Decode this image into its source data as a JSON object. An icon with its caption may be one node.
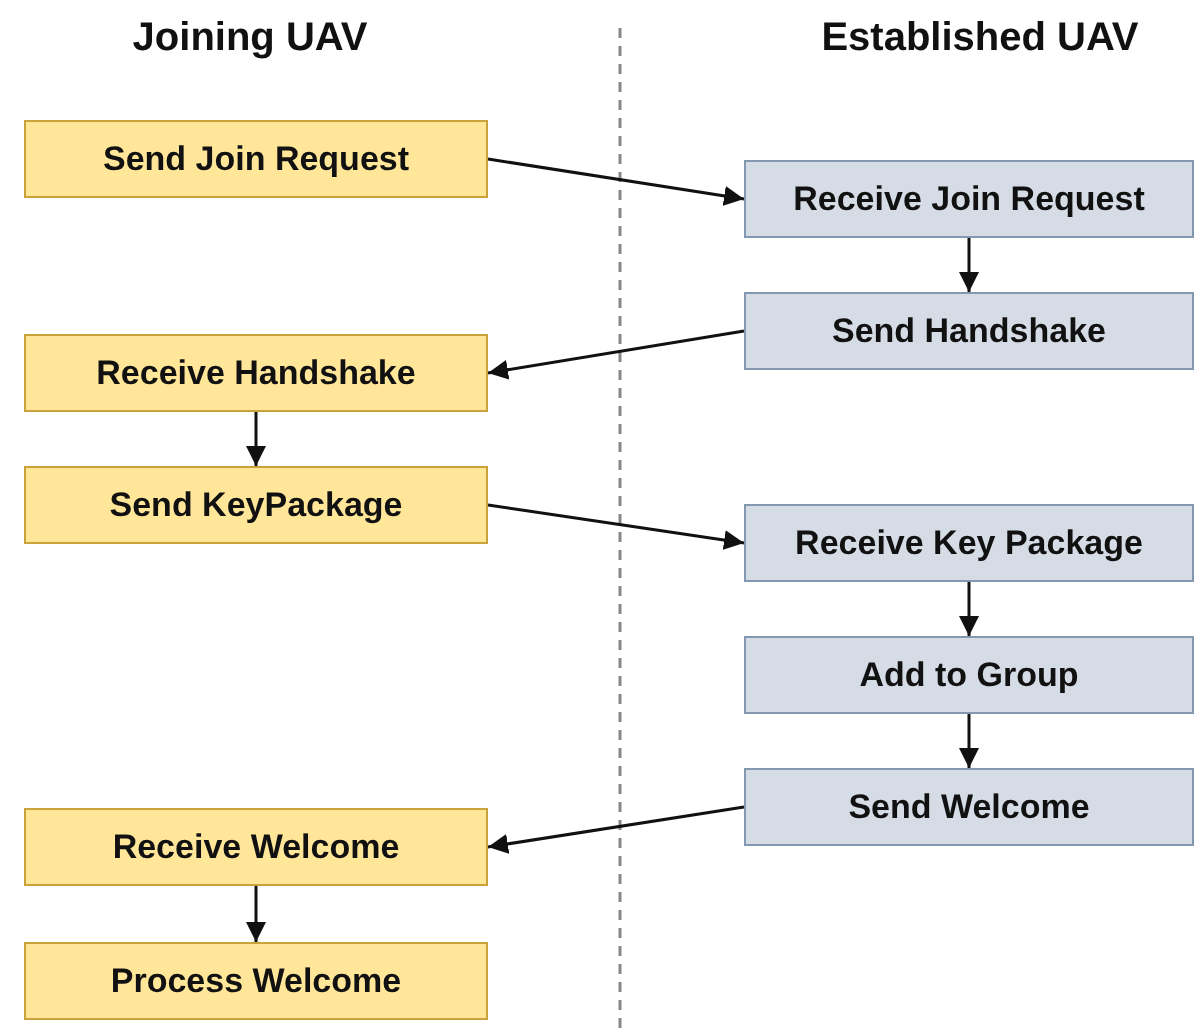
{
  "diagram": {
    "nodes": [
      {
        "text": [
          "Send Join Request"
        ]
      },
      {
        "text": [
          "Receive Join Request"
        ]
      },
      {
        "text": [
          "Send Handshake"
        ]
      },
      {
        "text": [
          "Receive Handshake"
        ]
      },
      {
        "text": [
          "Send KeyPackage"
        ]
      },
      {
        "text": [
          "Receive Key Package"
        ]
      },
      {
        "text": [
          "Add to Group"
        ]
      },
      {
        "text": [
          "Send Welcome"
        ]
      },
      {
        "text": [
          "Receive Welcome"
        ]
      },
      {
        "text": [
          "Process Welcome"
        ]
      }
    ],
    "edges": [
      {
        "from": 0,
        "to": 1,
        "arrow": "to"
      },
      {
        "from": 1,
        "to": 2,
        "arrow": "to"
      },
      {
        "from": 2,
        "to": 3,
        "arrow": "to"
      },
      {
        "from": 3,
        "to": 4,
        "arrow": "to"
      },
      {
        "from": 4,
        "to": 5,
        "arrow": "to"
      },
      {
        "from": 5,
        "to": 6,
        "arrow": "to"
      },
      {
        "from": 6,
        "to": 7,
        "arrow": "to"
      },
      {
        "from": 7,
        "to": 8,
        "arrow": "to"
      },
      {
        "from": 8,
        "to": 9,
        "arrow": "to"
      }
    ],
    "labels": [
      "Joining UAV",
      "Established UAV"
    ]
  }
}
